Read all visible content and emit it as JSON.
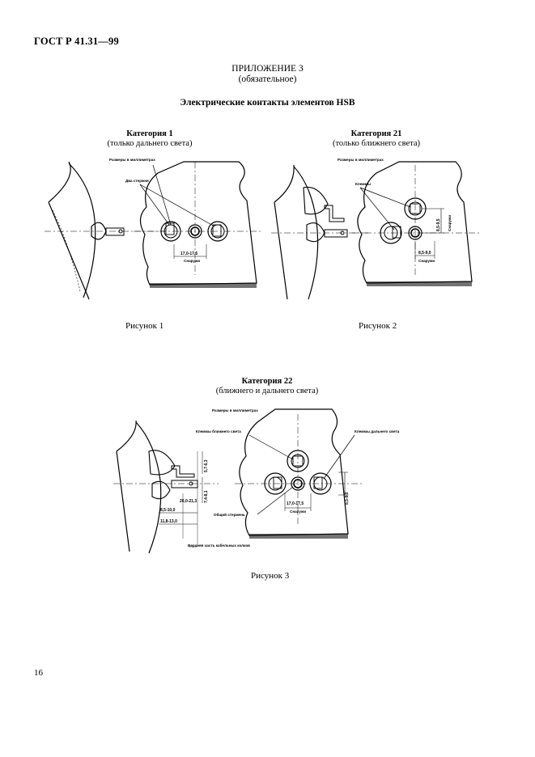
{
  "header": {
    "standard": "ГОСТ Р 41.31—99"
  },
  "appendix": {
    "title": "ПРИЛОЖЕНИЕ 3",
    "subtitle": "(обязательное)"
  },
  "section_title": "Электрические контакты элементов HSB",
  "figures": [
    {
      "category": "Категория 1",
      "category_note": "(только дальнего света)",
      "caption": "Рисунок 1",
      "labels": {
        "dims_note": "Размеры в миллиметрах",
        "contacts": "Два стержня",
        "dim_a": "17,0-17,5",
        "dim_a_note": "Снаружи"
      }
    },
    {
      "category": "Категория 21",
      "category_note": "(только ближнего света)",
      "caption": "Рисунок 2",
      "labels": {
        "dims_note": "Размеры в миллиметрах",
        "contacts": "Клеммы",
        "dim_a": "8,5-9,5",
        "dim_a_note": "Снаружи",
        "dim_b": "8,5-9,0",
        "dim_b_note": "Снаружи"
      }
    },
    {
      "category": "Категория 22",
      "category_note": "(ближнего и дальнего света)",
      "caption": "Рисунок 3",
      "labels": {
        "dims_note": "Размеры в миллиметрах",
        "low_beam": "Клеммы ближнего света",
        "high_beam": "Клеммы дальнего света",
        "common": "Общий стержень",
        "dim_a": "17,0-17,5",
        "dim_a_note": "Снаружи",
        "dim_b": "8,5-9,0",
        "dim_c": "5,7-6,3",
        "dim_d": "7,4-8,1",
        "dim_e": "20,0-21,3",
        "dim_f": "8,5-10,0",
        "dim_g": "11,8-13,0",
        "ref_note": "Верхняя часть кабельных колков"
      }
    }
  ],
  "page_number": "16"
}
